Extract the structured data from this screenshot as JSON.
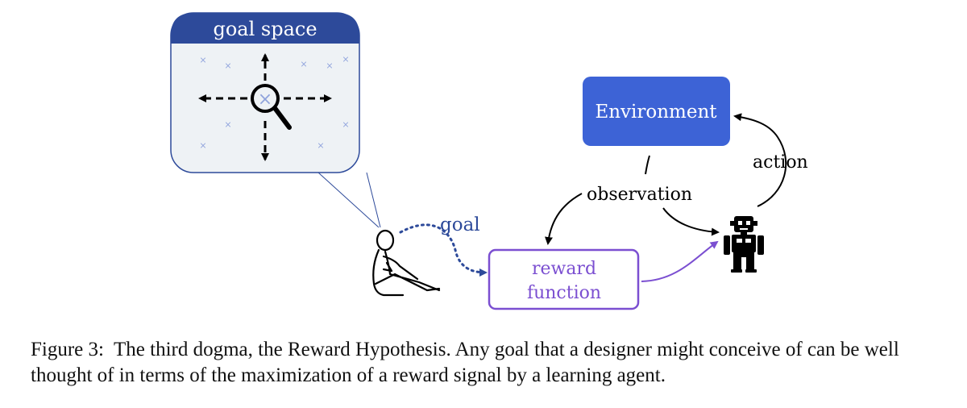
{
  "goal_space": {
    "title": "goal space",
    "header_color": "#2d4a9a",
    "panel_color": "#eef2f5",
    "marker_color": "#8fa3dc"
  },
  "environment": {
    "label": "Environment",
    "fill_color": "#3d63d6"
  },
  "edges": {
    "goal": "goal",
    "observation": "observation",
    "action": "action"
  },
  "reward": {
    "line1": "reward",
    "line2": "function",
    "color": "#7b4fd1"
  },
  "caption": {
    "label": "Figure 3:",
    "text": "The third dogma, the Reward Hypothesis. Any goal that a designer might conceive of can be well thought of in terms of the maximization of a reward signal by a learning agent."
  }
}
